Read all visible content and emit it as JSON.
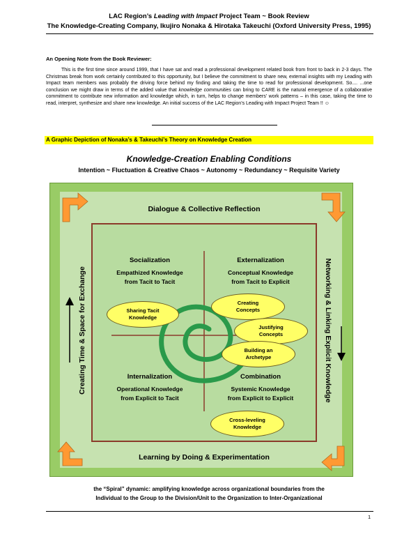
{
  "header": {
    "line1_prefix": "LAC Region’s ",
    "line1_italic": "Leading with Impact",
    "line1_suffix": " Project Team  ~ Book Review",
    "line2": "The Knowledge-Creating Company, Ikujiro Nonaka & Hirotaka Takeuchi (Oxford University Press, 1995)"
  },
  "note": {
    "title": "An Opening Note from the Book Reviewer:",
    "body_part1": "This is the first time since around 1999, that I have sat and read a professional development related book from front to back in 2-3 days.  The Christmas break from work certainly contributed to this opportunity, but I believe the commitment to share new, external insights with my Leading with Impact team members was probably the driving force behind my finding and taking the time to read for professional development.  So....            ...one conclusion we might draw in terms of the added value that ",
    "body_italic": "knowledge communities",
    "body_part2": " can bring to CARE is the natural emergence of a collaborative commitment to contribute new information and knowledge which, in turn, helps to change members’ work patterns – in this case, taking the time to read, interpret, synthesize and share new knowledge.  An initial success of the LAC Region’s Leading with Impact Project Team !! ☺"
  },
  "banner": "A Graphic Depiction of Nonaka’s & Takeuchi’s Theory on Knowledge Creation",
  "conditions": {
    "title": "Knowledge-Creation Enabling Conditions",
    "list": "Intention  ~  Fluctuation & Creative Chaos  ~  Autonomy  ~  Redundancy  ~  Requisite Variety"
  },
  "sides": {
    "top": "Dialogue & Collective Reflection",
    "bottom": "Learning by Doing & Experimentation",
    "left": "Creating Time & Space for Exchange",
    "right": "Networking & Linking Explicit Knowledge"
  },
  "quadrants": {
    "socialization": {
      "title": "Socialization",
      "line1": "Empathized Knowledge",
      "line2": "from Tacit to Tacit"
    },
    "externalization": {
      "title": "Externalization",
      "line1": "Conceptual Knowledge",
      "line2": "from Tacit to Explicit"
    },
    "internalization": {
      "title": "Internalization",
      "line1": "Operational Knowledge",
      "line2": "from Explicit to Tacit"
    },
    "combination": {
      "title": "Combination",
      "line1": "Systemic Knowledge",
      "line2": "from Explicit to Explicit"
    }
  },
  "ovals": {
    "sharing": {
      "line1": "Sharing Tacit",
      "line2": "Knowledge"
    },
    "creating": {
      "line1": "Creating",
      "line2": "Concepts"
    },
    "justifying": {
      "line1": "Justifying",
      "line2": "Concepts"
    },
    "building": {
      "line1": "Building an",
      "line2": "Archetype"
    },
    "crossleveling": {
      "line1": "Cross-leveling",
      "line2": "Knowledge"
    }
  },
  "caption": {
    "line1": "the “Spiral” dynamic:  amplifying knowledge across organizational boundaries from the",
    "line2": "Individual to the Group to the Division/Unit to the Organization to Inter-Organizational"
  },
  "page_number": "1",
  "colors": {
    "outer_green": "#99cc66",
    "inner_green": "#c6e2b0",
    "square_border": "#8b3a2a",
    "oval_fill": "#ffff66",
    "arrow_orange": "#ff9933",
    "spiral_green": "#2a9a4a",
    "banner_yellow": "#ffff00"
  }
}
